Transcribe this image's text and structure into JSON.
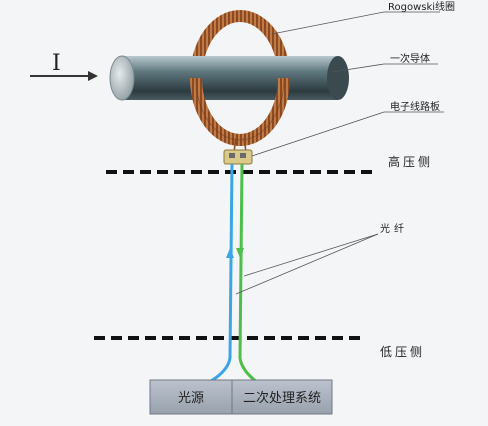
{
  "current_symbol": "I",
  "labels": {
    "rogowski_coil": "Rogowski线圈",
    "primary_conductor": "一次导体",
    "circuit_board": "电子线路板",
    "high_voltage_side": "高压侧",
    "optical_fiber": "光纤",
    "low_voltage_side": "低压侧",
    "light_source": "光源",
    "secondary_system": "二次处理系统"
  },
  "colors": {
    "fiber_blue": "#3aa6e6",
    "fiber_green": "#4bbf4a",
    "coil_copper": "#b86a3c",
    "box_fill": "#a9b1bd"
  }
}
